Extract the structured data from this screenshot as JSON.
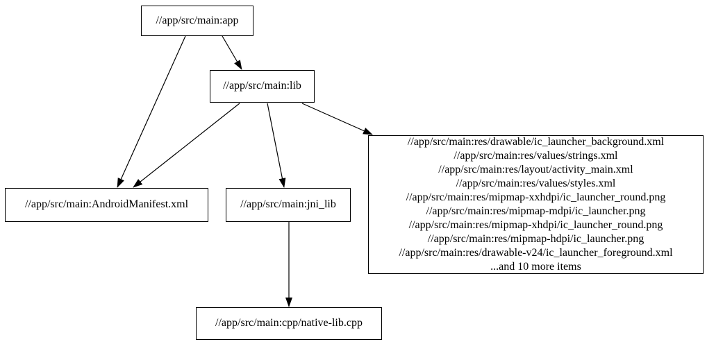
{
  "diagram": {
    "type": "dependency-graph",
    "background_color": "#ffffff",
    "node_border_color": "#000000",
    "edge_color": "#000000",
    "text_color": "#000000"
  },
  "nodes": {
    "app": {
      "label": "//app/src/main:app"
    },
    "lib": {
      "label": "//app/src/main:lib"
    },
    "manifest": {
      "label": "//app/src/main:AndroidManifest.xml"
    },
    "jni_lib": {
      "label": "//app/src/main:jni_lib"
    },
    "cpp": {
      "label": "//app/src/main:cpp/native-lib.cpp"
    },
    "res": {
      "lines": [
        "//app/src/main:res/drawable/ic_launcher_background.xml",
        "//app/src/main:res/values/strings.xml",
        "//app/src/main:res/layout/activity_main.xml",
        "//app/src/main:res/values/styles.xml",
        "//app/src/main:res/mipmap-xxhdpi/ic_launcher_round.png",
        "//app/src/main:res/mipmap-mdpi/ic_launcher.png",
        "//app/src/main:res/mipmap-xhdpi/ic_launcher_round.png",
        "//app/src/main:res/mipmap-hdpi/ic_launcher.png",
        "//app/src/main:res/drawable-v24/ic_launcher_foreground.xml",
        "...and 10 more items"
      ]
    }
  },
  "edges": [
    {
      "from": "//app/src/main:app",
      "to": "//app/src/main:AndroidManifest.xml"
    },
    {
      "from": "//app/src/main:app",
      "to": "//app/src/main:lib"
    },
    {
      "from": "//app/src/main:lib",
      "to": "//app/src/main:AndroidManifest.xml"
    },
    {
      "from": "//app/src/main:lib",
      "to": "//app/src/main:jni_lib"
    },
    {
      "from": "//app/src/main:lib",
      "to": "res-files-group"
    },
    {
      "from": "//app/src/main:jni_lib",
      "to": "//app/src/main:cpp/native-lib.cpp"
    }
  ]
}
